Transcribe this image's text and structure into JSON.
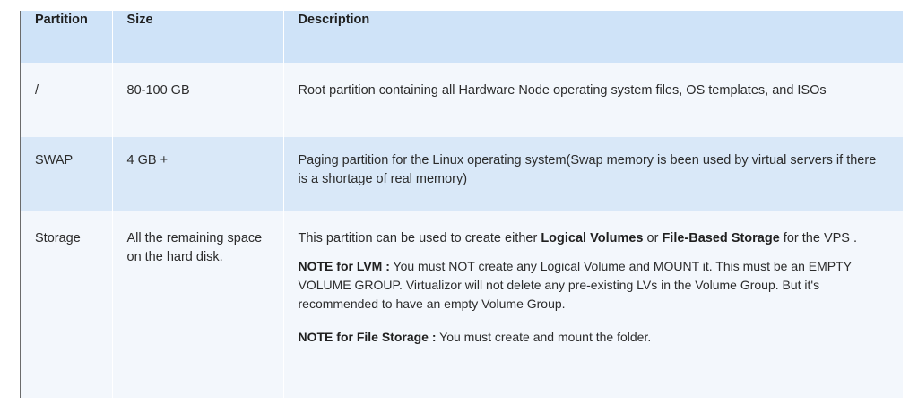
{
  "table": {
    "headers": {
      "partition": "Partition",
      "size": "Size",
      "description": "Description"
    },
    "rows": [
      {
        "partition": "/",
        "size": "80-100 GB",
        "description": "Root partition containing all Hardware Node operating system files, OS templates, and ISOs"
      },
      {
        "partition": "SWAP",
        "size": "4 GB +",
        "description": "Paging partition for the Linux operating system(Swap memory is been used by virtual servers if there is a shortage of real memory)"
      },
      {
        "partition": "Storage",
        "size": "All the remaining space on the hard disk.",
        "description": {
          "intro_before": "This partition can be used to create either ",
          "intro_bold_1": "Logical Volumes",
          "intro_mid": " or ",
          "intro_bold_2": "File-Based Storage",
          "intro_after": " for the VPS .",
          "lvm_label": "NOTE for LVM :",
          "lvm_text": " You must NOT create any Logical Volume and MOUNT it. This must be an EMPTY VOLUME GROUP. Virtualizor will not delete any pre-existing LVs in the Volume Group. But it's recommended to have an empty Volume Group.",
          "file_label": "NOTE for File Storage :",
          "file_text": " You must create and mount the folder."
        }
      }
    ]
  }
}
